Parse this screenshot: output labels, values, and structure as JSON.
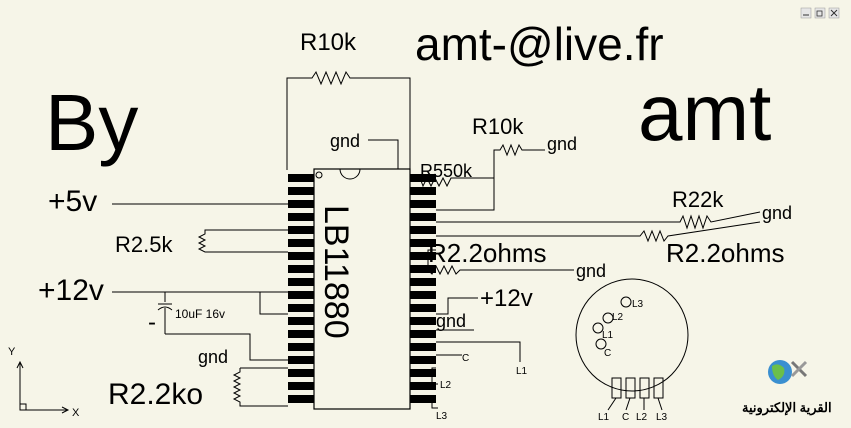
{
  "window_controls": [
    "minimize-icon",
    "restore-icon",
    "close-icon"
  ],
  "labels": {
    "r10k_top": "R10k",
    "email": "amt-@live.fr",
    "by": "By",
    "author": "amt",
    "gnd_top": "gnd",
    "r10k_right": "R10k",
    "gnd_r10k": "gnd",
    "r550k": "R550k",
    "plus5v": "+5v",
    "r22k": "R22k",
    "gnd_r22k": "gnd",
    "r2_5k": "R2.5k",
    "chip": "LB11880",
    "r2_2ohms_mid": "R2.2ohms",
    "r2_2ohms_right": "R2.2ohms",
    "gnd_mid": "gnd",
    "plus12v_left": "+12v",
    "plus12v_right": "+12v",
    "cap": "10uF 16v",
    "cap_minus": "-",
    "gnd_bottom_right": "gnd",
    "gnd_left": "gnd",
    "r2_2ko": "R2.2ko",
    "out_c": "C",
    "out_l1": "L1",
    "out_l2": "L2",
    "out_l3": "L3",
    "motor_l3": "L3",
    "motor_l2": "L2",
    "motor_l1": "L1",
    "motor_c": "C",
    "conn_l1": "L1",
    "conn_c": "C",
    "conn_l2": "L2",
    "conn_l3": "L3",
    "axis_y": "Y",
    "axis_x": "X",
    "watermark": "القرية الإلكترونية"
  },
  "colors": {
    "background": "#f6f5e8",
    "ink": "#000000",
    "logo_globe": "#3a8fd0"
  }
}
